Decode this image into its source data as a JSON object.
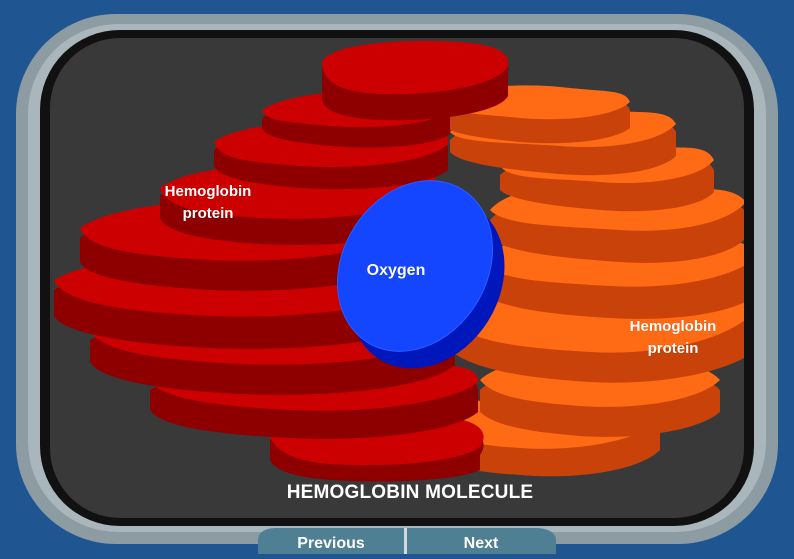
{
  "diagram": {
    "left_label_line1": "Hemoglobin",
    "left_label_line2": "protein",
    "right_label_line1": "Hemoglobin",
    "right_label_line2": "protein",
    "center_label": "Oxygen",
    "caption": "HEMOGLOBIN MOLECULE"
  },
  "navigation": {
    "previous_label": "Previous",
    "next_label": "Next"
  },
  "colors": {
    "background": "#1f5591",
    "frame": "#8d9ba2",
    "screen": "#3a3a3a",
    "red_protein": "#cc0000",
    "orange_protein": "#ff6a14",
    "oxygen": "#1140ff"
  }
}
